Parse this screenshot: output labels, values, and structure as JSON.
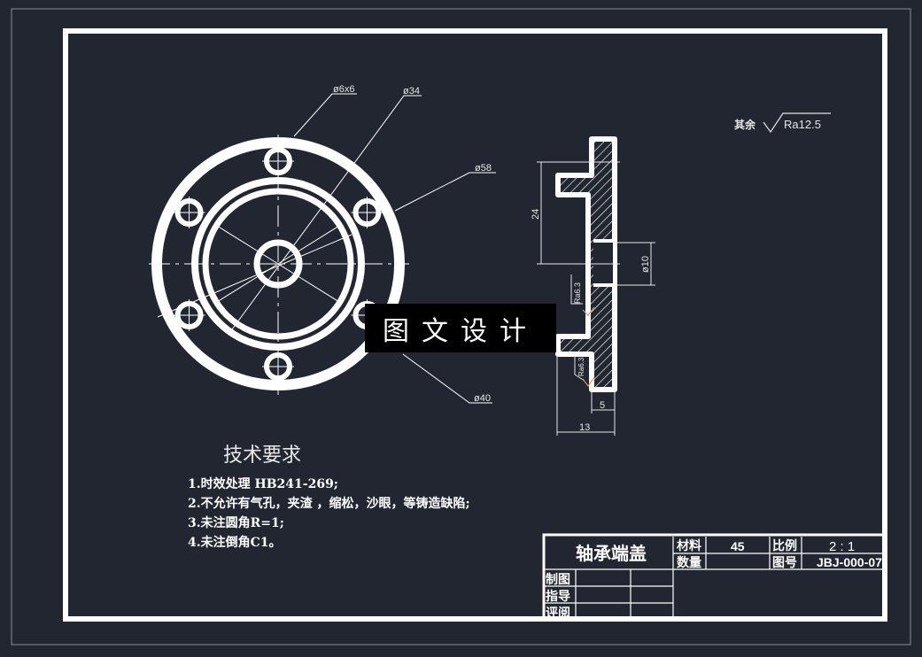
{
  "colors": {
    "background": "#212630",
    "lines": "#ffffff",
    "roughness_symbol": "#c8a060",
    "watermark_bg": "#000000"
  },
  "front_view": {
    "callouts": {
      "holes": "ø6x6",
      "d34": "ø34",
      "d58": "ø58",
      "d40": "ø40"
    }
  },
  "side_view": {
    "dims": {
      "height": "24",
      "bore": "ø10",
      "thickness": "5",
      "width": "13"
    },
    "roughness": [
      "Ra6.3",
      "Ra6.3"
    ]
  },
  "surface_note": {
    "label": "其余",
    "value": "Ra12.5"
  },
  "watermark": "图文设计",
  "requirements": {
    "title": "技术要求",
    "items": [
      "1.时效处理 HB241-269;",
      "2.不允许有气孔，夹渣 ，缩松，沙眼，等铸造缺陷;",
      "3.未注圆角R=1;",
      "4.未注倒角C1。"
    ]
  },
  "title_block": {
    "part_name": "轴承端盖",
    "material_label": "材料",
    "material": "45",
    "scale_label": "比例",
    "scale": "2 : 1",
    "qty_label": "数量",
    "qty": "",
    "drawing_no_label": "图号",
    "drawing_no": "JBJ-000-07",
    "roles": [
      "制图",
      "指导",
      "评阅"
    ]
  }
}
